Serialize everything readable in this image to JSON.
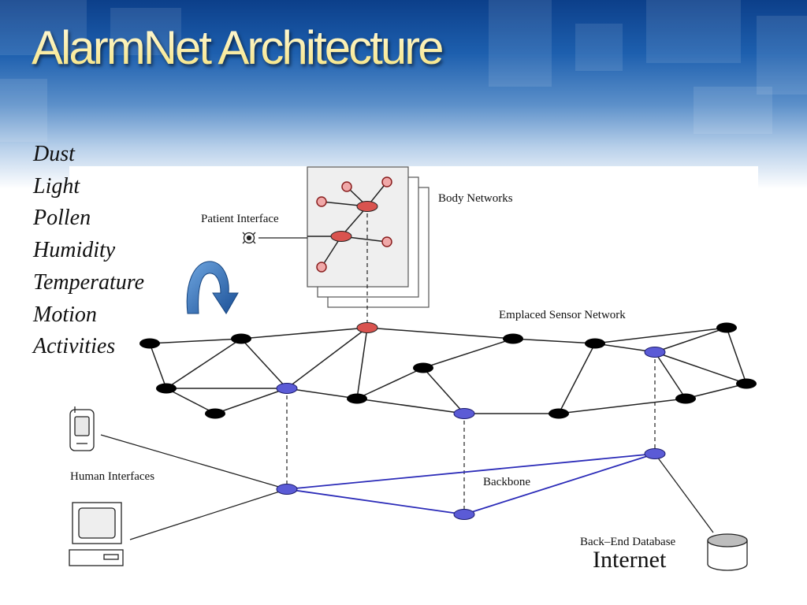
{
  "slide": {
    "title": "AlarmNet Architecture",
    "sensor_list": [
      "Dust",
      "Light",
      "Pollen",
      "Humidity",
      "Temperature",
      "Motion",
      "Activities"
    ],
    "footer_label": "Internet"
  },
  "diagram": {
    "labels": {
      "body_networks": "Body Networks",
      "patient_interface": "Patient Interface",
      "emplaced_sensor_network": "Emplaced Sensor Network",
      "human_interfaces": "Human Interfaces",
      "backbone": "Backbone",
      "back_end_database": "Back–End Database"
    },
    "colors": {
      "sensor_node": "#000000",
      "backbone_node": "#5b5bd6",
      "body_node": "#d9534f",
      "backbone_link": "#2b2bb8",
      "title_text": "#f6e27a",
      "header_blue": "#1d5fae",
      "arrow_blue": "#1f5fa8"
    },
    "icons": [
      "mobile-phone-icon",
      "desktop-computer-icon",
      "database-icon",
      "patient-sensor-icon",
      "curved-arrow-icon"
    ]
  }
}
